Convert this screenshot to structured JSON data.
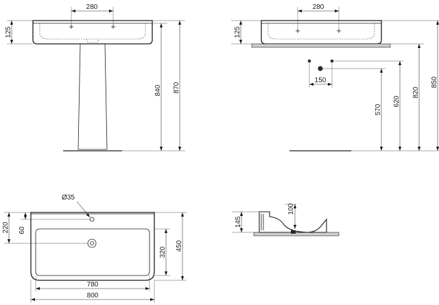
{
  "views": {
    "front": {
      "dim_holes": "280",
      "dim_bowl_height": "125",
      "dim_total_1": "840",
      "dim_total_2": "870"
    },
    "side": {
      "dim_holes": "280",
      "dim_bowl_height": "125",
      "dim_pipes": "150",
      "dim_h_570": "570",
      "dim_h_620": "620",
      "dim_h_820": "820",
      "dim_h_850": "850"
    },
    "plan": {
      "dim_hole_dia": "Ø35",
      "dim_220": "220",
      "dim_60": "60",
      "dim_320": "320",
      "dim_450": "450",
      "dim_780": "780",
      "dim_800": "800"
    },
    "section": {
      "dim_145": "145",
      "dim_100": "100"
    }
  }
}
